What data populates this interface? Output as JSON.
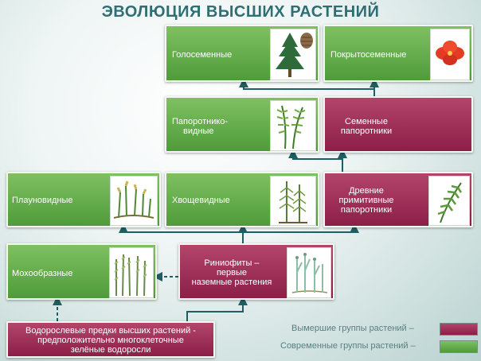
{
  "title": "ЭВОЛЮЦИЯ ВЫСШИХ РАСТЕНИЙ",
  "nodes": {
    "gymno": {
      "text": [
        "Голосеменные"
      ]
    },
    "angio": {
      "text": [
        "Покрытосеменные"
      ]
    },
    "ferns": {
      "text": [
        "Папоротнико-",
        "видные"
      ]
    },
    "seedferns": {
      "text": [
        "Семенные",
        "папоротники"
      ]
    },
    "lyco": {
      "text": [
        "Плауновидные"
      ]
    },
    "horsetail": {
      "text": [
        "Хвощевидные"
      ]
    },
    "ancientferns": {
      "text": [
        "Древние",
        "примитивные",
        "папоротники"
      ]
    },
    "moss": {
      "text": [
        "Мохообразные"
      ]
    },
    "rhynio": {
      "text": [
        "Риниофиты –",
        "первые",
        "наземные растения"
      ]
    },
    "algae": {
      "text": [
        "Водорослевые предки высших растений -",
        "предположительно многоклеточные",
        "зелёные водоросли"
      ]
    }
  },
  "legend": {
    "extinct": "Вымершие группы растений –",
    "modern": "Современные группы растений –"
  },
  "colors": {
    "green": "#5ea845",
    "maroon": "#9b2a53",
    "arrow": "#1f5e63",
    "title": "#2f6f73"
  }
}
